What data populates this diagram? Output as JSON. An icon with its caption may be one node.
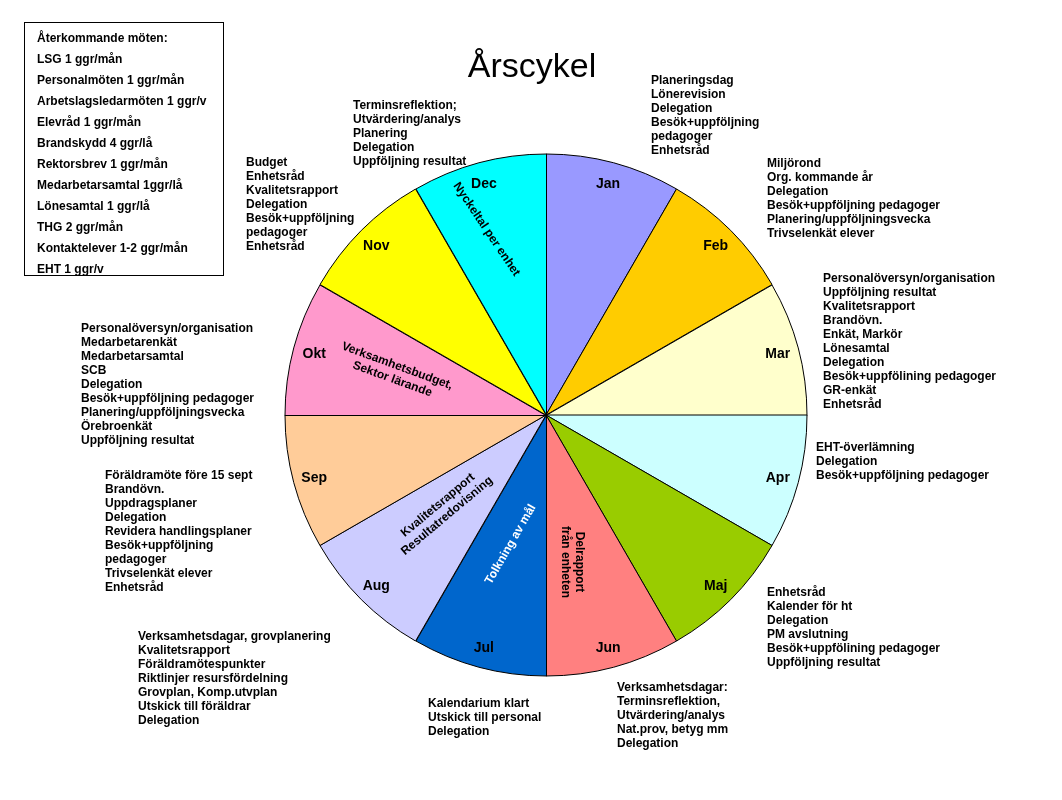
{
  "diagram": {
    "title": "Årscykel",
    "nodes": [
      {
        "text": [
          "Återkommande möten:",
          "LSG 1 ggr/mån",
          "Personalmöten 1 ggr/mån",
          "Arbetslagsledarmöten 1 ggr/v",
          "Elevråd 1 ggr/mån",
          "Brandskydd 4 ggr/lå",
          "Rektorsbrev 1 ggr/mån",
          "Medarbetarsamtal 1ggr/lå",
          "Lönesamtal 1 ggr/lå",
          "THG 2 ggr/mån",
          "Kontaktelever 1-2 ggr/mån",
          "EHT 1 ggr/v"
        ]
      },
      {
        "text": [
          "Jan"
        ],
        "beside": [
          "Planeringsdag",
          "Lönerevision",
          "Delegation",
          "Besök+uppföljning pedagoger",
          "Enhetsråd"
        ]
      },
      {
        "text": [
          "Feb"
        ],
        "beside": [
          "Miljörond",
          "Org. kommande år",
          "Delegation",
          "Besök+uppföljning pedagoger",
          "Planering/uppföljningsvecka",
          "Trivselenkät elever"
        ]
      },
      {
        "text": [
          "Mar"
        ],
        "beside": [
          "Personalöversyn/organisation",
          "Uppföljning resultat",
          "Kvalitetsrapport",
          "Brandövn.",
          "Enkät, Markör",
          "Lönesamtal",
          "Delegation",
          "Besök+uppfölining pedagoger",
          "GR-enkät",
          "Enhetsråd"
        ]
      },
      {
        "text": [
          "Apr"
        ],
        "beside": [
          "EHT-överlämning",
          "Delegation",
          "Besök+uppföljning pedagoger"
        ]
      },
      {
        "text": [
          "Maj"
        ],
        "beside": [
          "Enhetsråd",
          "Kalender för ht",
          "Delegation",
          "PM avslutning",
          "Besök+uppfölining pedagoger",
          "Uppföljning resultat"
        ]
      },
      {
        "text": [
          "Jun",
          "Delrapport från enheten"
        ],
        "beside": [
          "Verksamhetsdagar:",
          "Terminsreflektion,",
          "Utvärdering/analys",
          "Nat.prov, betyg mm",
          "Delegation"
        ]
      },
      {
        "text": [
          "Jul",
          "Tolkning av mål"
        ],
        "beside": [
          "Kalendarium klart",
          "Utskick till personal",
          "Delegation"
        ]
      },
      {
        "text": [
          "Aug",
          "Kvalitetsrapport Resultatredovisning"
        ],
        "beside": [
          "Verksamhetsdagar, grovplanering",
          "Kvalitetsrapport",
          "Föräldramötespunkter",
          "Riktlinjer resursfördelning",
          "Grovplan, Komp.utvplan",
          "Utskick till föräldrar",
          "Delegation"
        ]
      },
      {
        "text": [
          "Sep"
        ],
        "beside": [
          "Föräldramöte före 15 sept",
          "Brandövn.",
          "Uppdragsplaner",
          "Delegation",
          "Revidera handlingsplaner",
          "Besök+uppföljning pedagoger",
          "Trivselenkät elever",
          "Enhetsråd"
        ]
      },
      {
        "text": [
          "Okt",
          "Verksamhetsbudget, Sektor lärande"
        ],
        "beside": [
          "Personalöversyn/organisation",
          "Medarbetarenkät",
          "Medarbetarsamtal",
          "SCB",
          "Delegation",
          "Besök+uppföljning pedagoger",
          "Planering/uppföljningsvecka",
          "Örebroenkät",
          "Uppföljning resultat"
        ]
      },
      {
        "text": [
          "Nov"
        ],
        "beside": [
          "Budget",
          "Enhetsråd",
          "Kvalitetsrapport",
          "Delegation",
          "Besök+uppföljning pedagoger",
          "Enhetsråd"
        ]
      },
      {
        "text": [
          "Dec",
          "Nyckeltal per enhet"
        ],
        "beside": [
          "Terminsreflektion;",
          "Utvärdering/analys",
          "Planering",
          "Delegation",
          "Uppföljning resultat"
        ]
      }
    ]
  }
}
